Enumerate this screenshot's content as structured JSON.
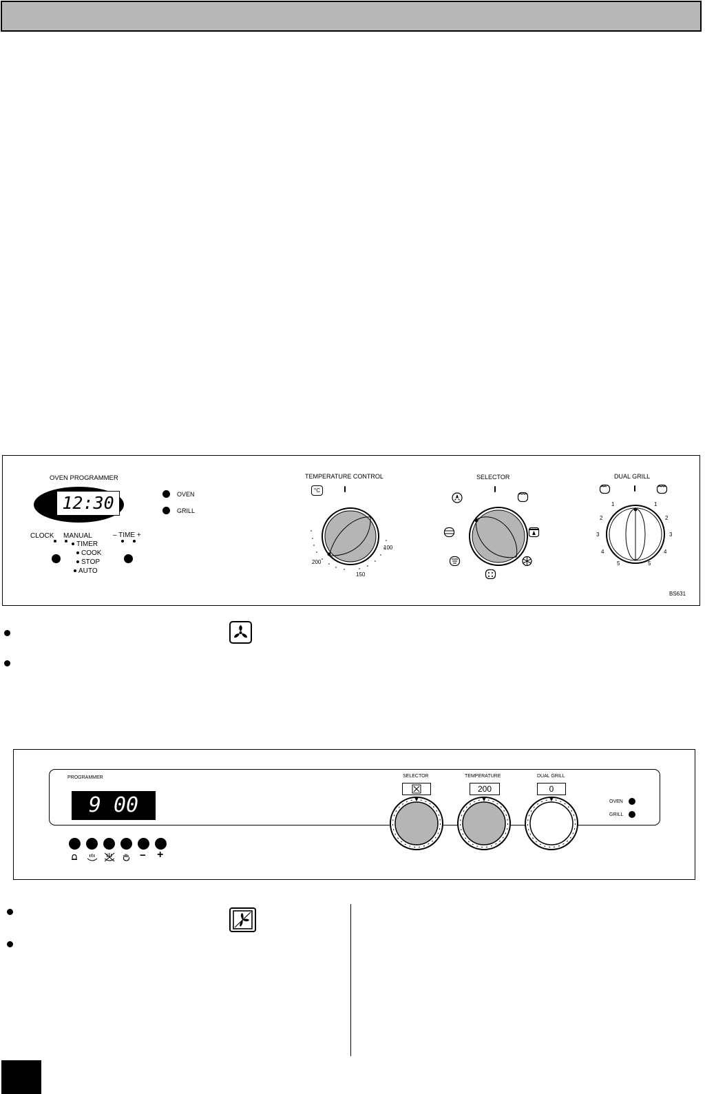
{
  "top_panel": {
    "programmer_title": "OVEN PROGRAMMER",
    "clock_display": "12:30",
    "oven_label": "OVEN",
    "grill_label": "GRILL",
    "clock_label": "CLOCK",
    "manual_label": "MANUAL",
    "timer_label": "TIMER",
    "cook_label": "COOK",
    "stop_label": "STOP",
    "auto_label": "AUTO",
    "time_label": "– TIME +",
    "temperature_title": "TEMPERATURE CONTROL",
    "celsius_symbol": "°C",
    "temp_200": "200",
    "temp_150": "150",
    "temp_100": "100",
    "selector_title": "SELECTOR",
    "dual_grill_title": "DUAL GRILL",
    "grill_scale_left": [
      "1",
      "2",
      "3",
      "4",
      "5"
    ],
    "grill_scale_right": [
      "1",
      "2",
      "3",
      "4",
      "5"
    ],
    "ref_code": "BS631"
  },
  "bottom_panel": {
    "programmer_title": "PROGRAMMER",
    "display": "9 00",
    "selector_title": "SELECTOR",
    "temperature_title": "TEMPERATURE",
    "temperature_value": "200",
    "dual_grill_title": "DUAL GRILL",
    "dual_grill_value": "0",
    "oven_label": "OVEN",
    "grill_label": "GRILL",
    "button_icons": [
      "bell-icon",
      "steam-pot-icon",
      "crossed-pot-icon",
      "hand-icon",
      "minus-icon",
      "plus-icon"
    ],
    "minus_symbol": "−",
    "plus_symbol": "+"
  },
  "colors": {
    "header_gray": "#b7b7b7",
    "knob_gray": "#b5b5b5",
    "ink": "#000000"
  }
}
